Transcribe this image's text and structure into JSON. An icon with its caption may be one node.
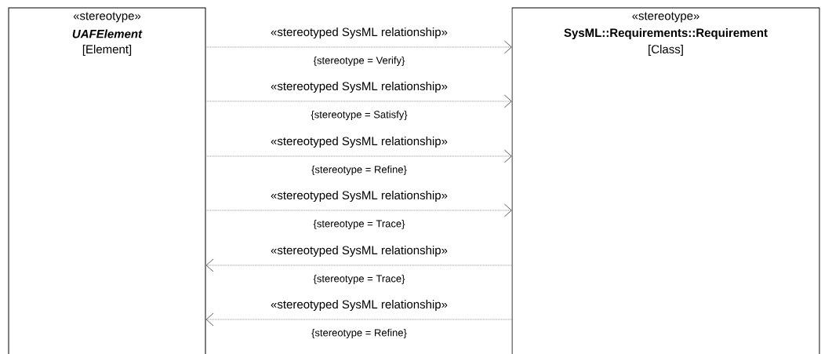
{
  "diagram": {
    "nodes": [
      {
        "text": [
          "«stereotype»",
          "UAFElement",
          "[Element]"
        ]
      },
      {
        "text": [
          "«stereotype»",
          "SysML::Requirements::Requirement",
          "[Class]"
        ]
      }
    ],
    "edges": [
      {
        "from": 0,
        "to": 1,
        "arrow": "to",
        "style": "dashed",
        "label": "«stereotyped SysML relationship»"
      },
      {
        "from": 0,
        "to": 1,
        "arrow": "to",
        "style": "dashed",
        "label": "«stereotyped SysML relationship»"
      },
      {
        "from": 0,
        "to": 1,
        "arrow": "to",
        "style": "dashed",
        "label": "«stereotyped SysML relationship»"
      },
      {
        "from": 0,
        "to": 1,
        "arrow": "to",
        "style": "dashed",
        "label": "«stereotyped SysML relationship»"
      },
      {
        "from": 1,
        "to": 0,
        "arrow": "to",
        "style": "dashed",
        "label": "«stereotyped SysML relationship»"
      },
      {
        "from": 1,
        "to": 0,
        "arrow": "to",
        "style": "dashed",
        "label": "«stereotyped SysML relationship»"
      }
    ],
    "labels": [
      "{stereotype = Verify}",
      "{stereotype = Satisfy}",
      "{stereotype = Refine}",
      "{stereotype = Trace}",
      "{stereotype = Trace}",
      "{stereotype = Refine}"
    ]
  }
}
